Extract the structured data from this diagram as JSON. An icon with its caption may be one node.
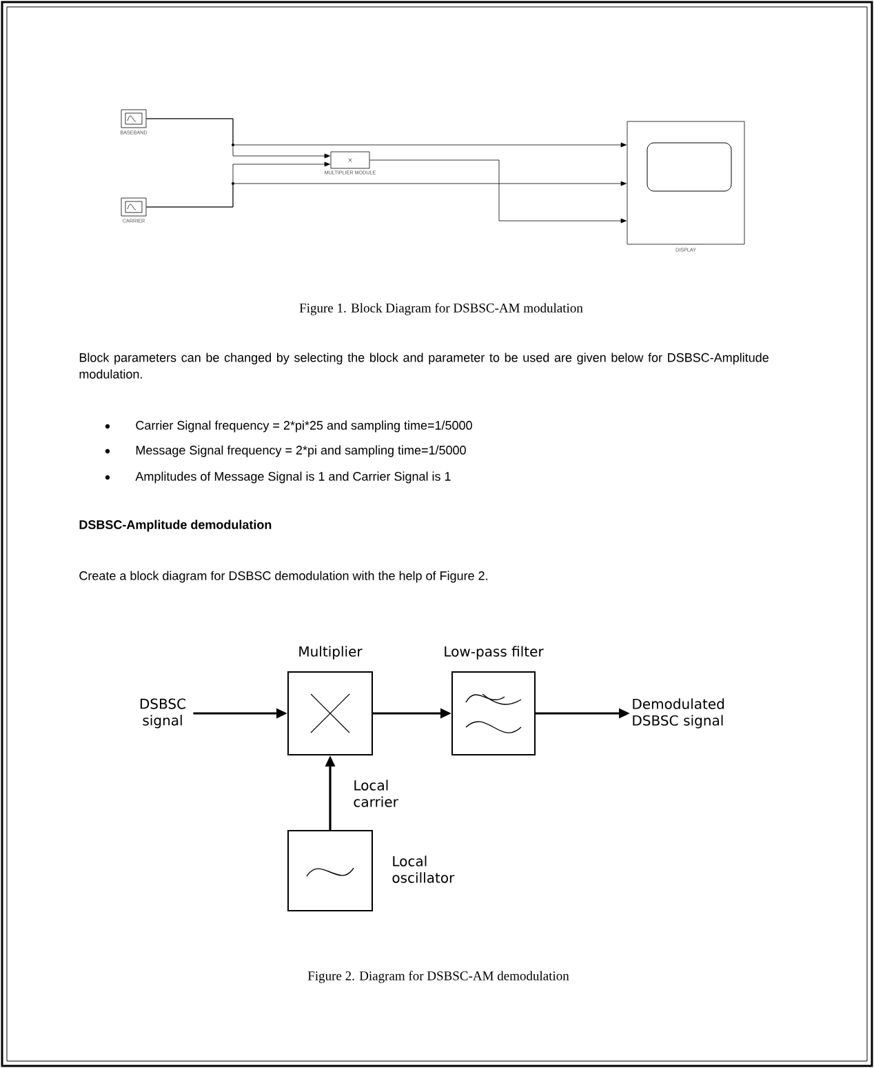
{
  "diagram": {
    "nodes": [
      {
        "text": [
          "BASEBAND"
        ]
      },
      {
        "text": [
          "CARRIER"
        ]
      },
      {
        "text": [
          "MULTIPLIER MODULE"
        ]
      },
      {
        "text": [
          "DISPLAY"
        ]
      },
      {
        "text": [
          "DSBSC signal"
        ]
      },
      {
        "text": [
          "Multiplier"
        ]
      },
      {
        "text": [
          "Low-pass filter"
        ]
      },
      {
        "text": [
          "Demodulated DSBSC signal"
        ]
      },
      {
        "text": [
          "Local oscillator"
        ]
      }
    ],
    "edges": [
      {
        "from": 0,
        "to": 3,
        "arrow": "to"
      },
      {
        "from": 0,
        "to": 2,
        "arrow": "to"
      },
      {
        "from": 1,
        "to": 2,
        "arrow": "to"
      },
      {
        "from": 1,
        "to": 3,
        "arrow": "to"
      },
      {
        "from": 2,
        "to": 3,
        "arrow": "to"
      },
      {
        "from": 4,
        "to": 5,
        "arrow": "to"
      },
      {
        "from": 5,
        "to": 6,
        "arrow": "to"
      },
      {
        "from": 6,
        "to": 7,
        "arrow": "to"
      },
      {
        "from": 8,
        "to": 5,
        "arrow": "to",
        "label": "Local carrier"
      }
    ],
    "labels": [
      "Figure 1. Block Diagram for DSBSC-AM modulation",
      "Block parameters can be changed by selecting the block and parameter to be used are given below for DSBSC-Amplitude modulation.",
      "Carrier Signal frequency = 2*pi*25 and sampling time=1/5000",
      "Message Signal frequency = 2*pi and sampling time=1/5000",
      "Amplitudes of Message Signal is 1 and Carrier Signal is 1",
      "DSBSC-Amplitude demodulation",
      "Create a block diagram for DSBSC demodulation with the help of Figure 2.",
      "Figure 2. Diagram for DSBSC-AM demodulation"
    ]
  }
}
